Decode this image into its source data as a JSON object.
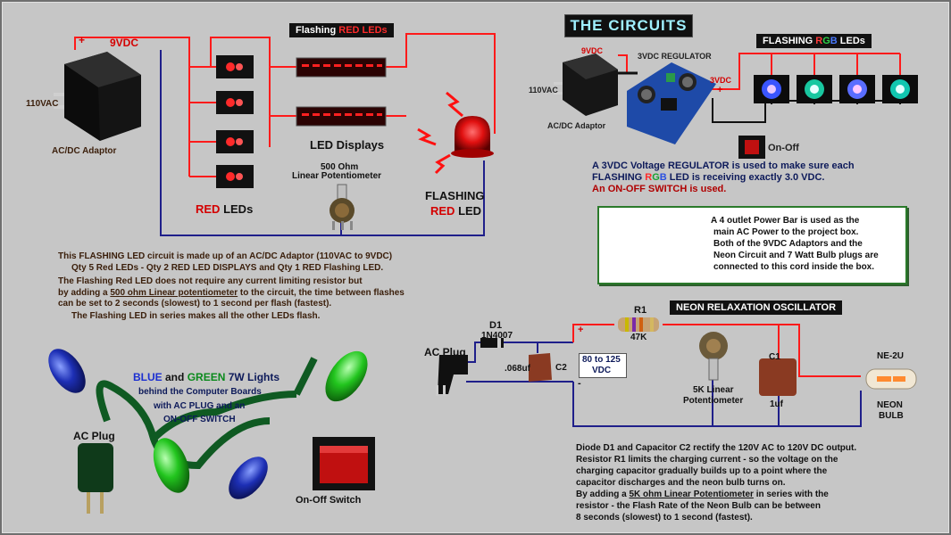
{
  "title": "THE  CIRCUITS",
  "led_circuit": {
    "banner_prefix": "Flashing ",
    "banner_red": "RED LEDs",
    "voltage": "9VDC",
    "plus": "+",
    "input_voltage": "110VAC",
    "adaptor": "AC/DC Adaptor",
    "led_displays": "LED Displays",
    "pot_value": "500 Ohm",
    "pot_type": "Linear Potentiometer",
    "red_leds_red": "RED",
    "red_leds_black": " LEDs",
    "flashing_label": "FLASHING",
    "flashing_red": "RED",
    "flashing_led": " LED",
    "description": [
      "This FLASHING LED circuit is made up of an AC/DC Adaptor (110VAC to 9VDC)",
      "Qty 5 Red LEDs  - Qty 2 RED LED DISPLAYS and Qty 1 RED Flashing LED.",
      "The Flashing Red LED does not require any current limiting resistor but",
      "can be set to 2 seconds (slowest)  to 1 second per flash (fastest).",
      "The Flashing LED in series makes all the other LEDs flash."
    ],
    "desc_line4_pre": "by adding a ",
    "desc_line4_link": "500 ohm Linear potentiometer",
    "desc_line4_post": " to the circuit, the time between flashes"
  },
  "rgb_circuit": {
    "banner_prefix": "FLASHING ",
    "banner_r": "R",
    "banner_g": "G",
    "banner_b": "B",
    "banner_suffix": " LEDs",
    "adapter_voltage": "9VDC",
    "input_voltage": "110VAC",
    "adaptor": "AC/DC Adaptor",
    "regulator": "3VDC REGULATOR",
    "output_voltage": "3VDC",
    "plus": "+",
    "switch": "On-Off",
    "desc_line1": "A 3VDC Voltage REGULATOR is used to make sure each",
    "desc_line2_pre": "FLASHING ",
    "desc_line2_post": " LED is receiving exactly 3.0 VDC.",
    "desc_line3": "An ON-OFF SWITCH is used.",
    "led_colors": [
      "#3a55ff",
      "#19c7a0",
      "#5a6dff",
      "#11c7b0"
    ]
  },
  "power_bar": {
    "lines": [
      "A 4 outlet Power Bar is used as the",
      "main AC Power to the project box.",
      "Both of the 9VDC Adaptors and the",
      "Neon Circuit and 7 Watt Bulb plugs are",
      "connected to this cord inside the box."
    ]
  },
  "lights": {
    "blue": "BLUE",
    "and": " and ",
    "green": "GREEN",
    "suffix": " 7W Lights",
    "line2": "behind the Computer Boards",
    "line3": "with AC PLUG and an",
    "line4": "ON-OFF SWITCH",
    "ac_plug": "AC Plug",
    "switch": "On-Off Switch"
  },
  "neon": {
    "banner": "NEON  RELAXATION  OSCILLATOR",
    "ac_plug": "AC Plug",
    "d1": "D1",
    "d1_part": "1N4007",
    "cap_c2": ".068uf",
    "c2": "C2",
    "plus": "+",
    "minus": "-",
    "vdc_range": "80 to 125",
    "vdc": "VDC",
    "r1": "R1",
    "r1_value": "47K",
    "pot": "5K Linear",
    "pot2": "Potentiometer",
    "c1": "C1",
    "c1_value": "1uf",
    "bulb_part": "NE-2U",
    "bulb_label": "NEON",
    "bulb_label2": "BULB",
    "description": [
      "Diode D1 and Capacitor C2 rectify the 120V AC to 120V DC output.",
      "Resistor R1 limits the charging current - so the voltage on the",
      "charging capacitor gradually builds up to a point where the",
      "capacitor discharges and the neon bulb turns on.",
      "resistor - the Flash Rate of the Neon Bulb can be between",
      "8 seconds (slowest) to 1 second (fastest)."
    ],
    "desc_line5_pre": "By adding a ",
    "desc_line5_link": "5K ohm Linear Potentiometer",
    "desc_line5_post": " in series with the"
  }
}
